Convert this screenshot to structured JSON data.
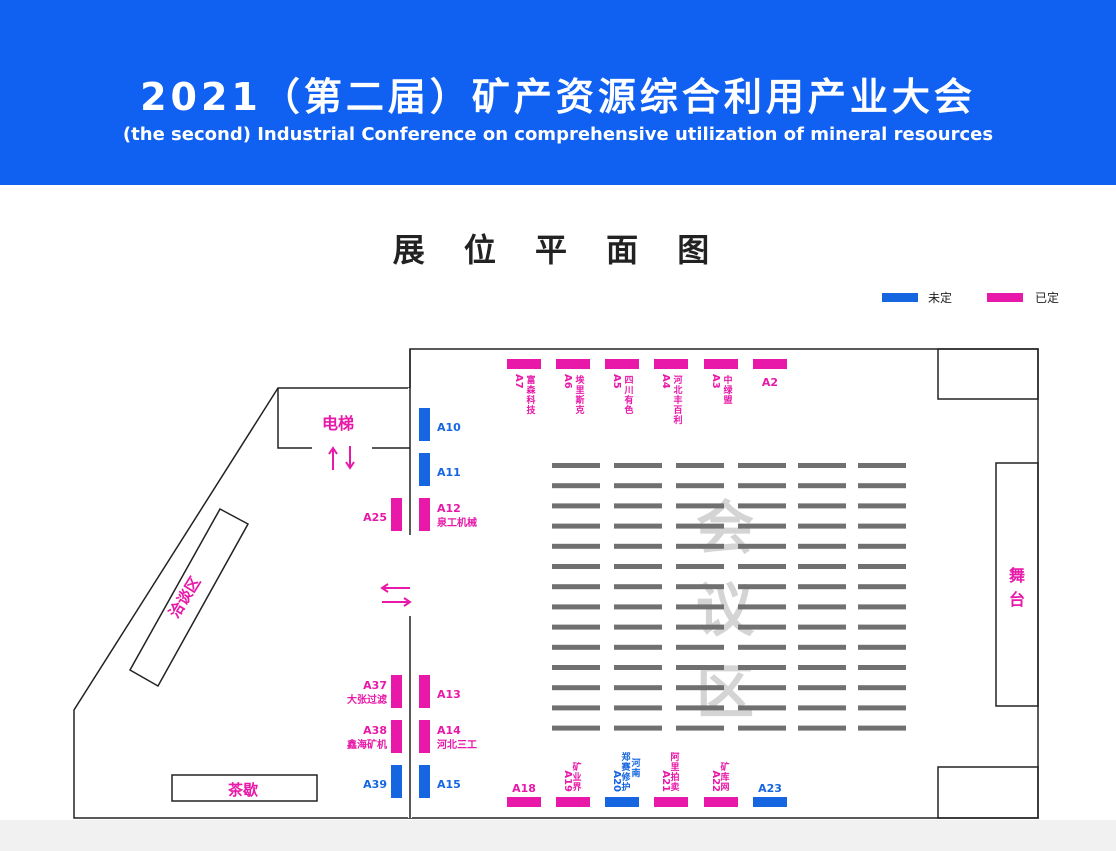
{
  "header": {
    "title_cn": "2021（第二届）矿产资源综合利用产业大会",
    "title_en": "(the second) Industrial Conference on comprehensive utilization of mineral resources"
  },
  "plan_title": "展 位 平 面 图",
  "legend": [
    {
      "label": "未定",
      "color": "#1566e0"
    },
    {
      "label": "已定",
      "color": "#e818a8"
    }
  ],
  "colors": {
    "unbooked": "#1566e0",
    "booked": "#e818a8",
    "header_bg": "#1060f2",
    "seat": "#707070",
    "watermark": "#d4d4d4"
  },
  "areas": {
    "elevator": "电梯",
    "negotiation": "洽谈区",
    "tea": "茶歇",
    "stage": [
      "舞",
      "台"
    ],
    "meeting": [
      "会",
      "议",
      "区"
    ]
  },
  "top_booths": [
    {
      "code": "A7",
      "company": "富森科技",
      "status": "booked"
    },
    {
      "code": "A6",
      "company": "埃里斯克",
      "status": "booked"
    },
    {
      "code": "A5",
      "company": "四川有色",
      "status": "booked"
    },
    {
      "code": "A4",
      "company": "河北丰百利",
      "status": "booked"
    },
    {
      "code": "A3",
      "company": "中绿盟",
      "status": "booked"
    },
    {
      "code": "A2",
      "company": "",
      "status": "booked"
    }
  ],
  "left_booths": [
    {
      "code": "A10",
      "company": "",
      "status": "unbooked"
    },
    {
      "code": "A11",
      "company": "",
      "status": "unbooked"
    },
    {
      "code": "A12",
      "company": "泉工机械",
      "status": "booked"
    },
    {
      "code": "A13",
      "company": "",
      "status": "booked"
    },
    {
      "code": "A14",
      "company": "河北三工",
      "status": "booked"
    },
    {
      "code": "A15",
      "company": "",
      "status": "unbooked"
    }
  ],
  "corridor_booths": [
    {
      "code": "A25",
      "company": "",
      "status": "booked"
    },
    {
      "code": "A37",
      "company": "大张过滤",
      "status": "booked"
    },
    {
      "code": "A38",
      "company": "鑫海矿机",
      "status": "booked"
    },
    {
      "code": "A39",
      "company": "",
      "status": "unbooked"
    }
  ],
  "bottom_booths": [
    {
      "code": "A18",
      "company": "",
      "status": "booked"
    },
    {
      "code": "A19",
      "company": "矿业界",
      "status": "booked"
    },
    {
      "code": "A20",
      "company": "郑赛修护",
      "extra": "河南",
      "status": "unbooked"
    },
    {
      "code": "A21",
      "company": "阿里拍卖",
      "status": "booked"
    },
    {
      "code": "A22",
      "company": "矿库网",
      "status": "booked"
    },
    {
      "code": "A23",
      "company": "",
      "status": "unbooked"
    }
  ],
  "seating": {
    "rows": 14,
    "cols": 6
  }
}
